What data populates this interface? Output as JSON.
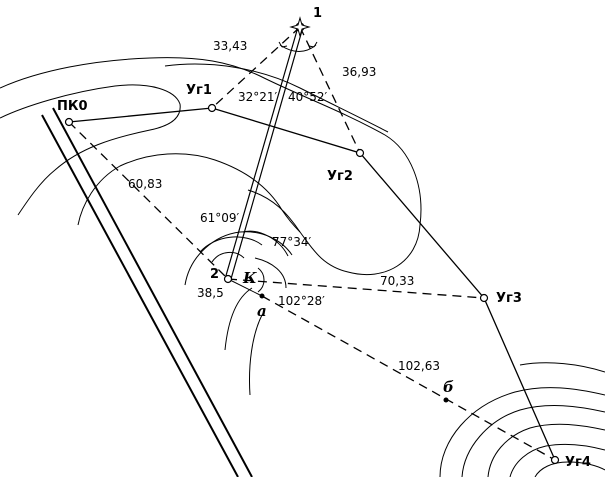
{
  "points": {
    "station_1": "1",
    "pk0": "ПК0",
    "ug1": "Уг1",
    "ug2": "Уг2",
    "ug3": "Уг3",
    "ug4": "Уг4",
    "station_2": "2",
    "point_k": "К",
    "point_a": "а",
    "point_b": "б"
  },
  "distances": {
    "d_1_ug1": "33,43",
    "d_1_ug2": "36,93",
    "d_pk0_2": "60,83",
    "d_2_ug3": "70,33",
    "d_2_k": "38,5",
    "d_a_ug4": "102,63"
  },
  "angles": {
    "a_left_1": "32°21′",
    "a_right_1": "40°52′",
    "a_61": "61°09′",
    "a_77": "77°34′",
    "a_102": "102°28′"
  }
}
